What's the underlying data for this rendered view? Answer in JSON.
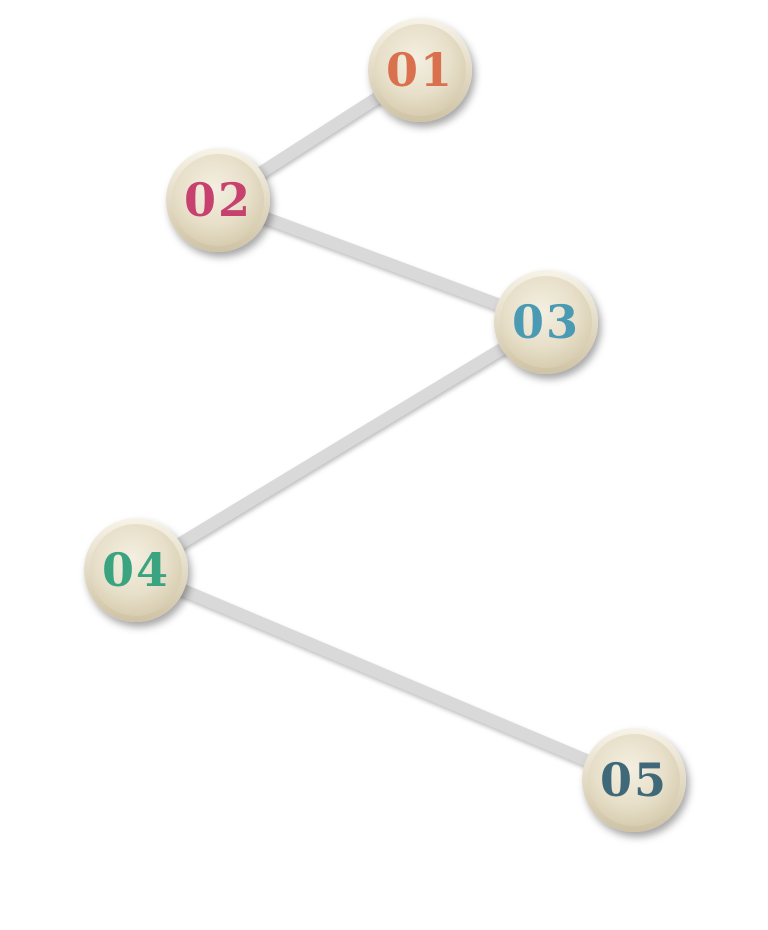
{
  "nodes": [
    {
      "label": "01",
      "color": "#d9714f"
    },
    {
      "label": "02",
      "color": "#c7416f"
    },
    {
      "label": "03",
      "color": "#4a9ab4"
    },
    {
      "label": "04",
      "color": "#3aa37f"
    },
    {
      "label": "05",
      "color": "#3f6978"
    }
  ],
  "style": {
    "disc_fill": "#e8e0cc",
    "disc_edge": "#d8cdb2",
    "connector_color": "#d6d6d6"
  }
}
